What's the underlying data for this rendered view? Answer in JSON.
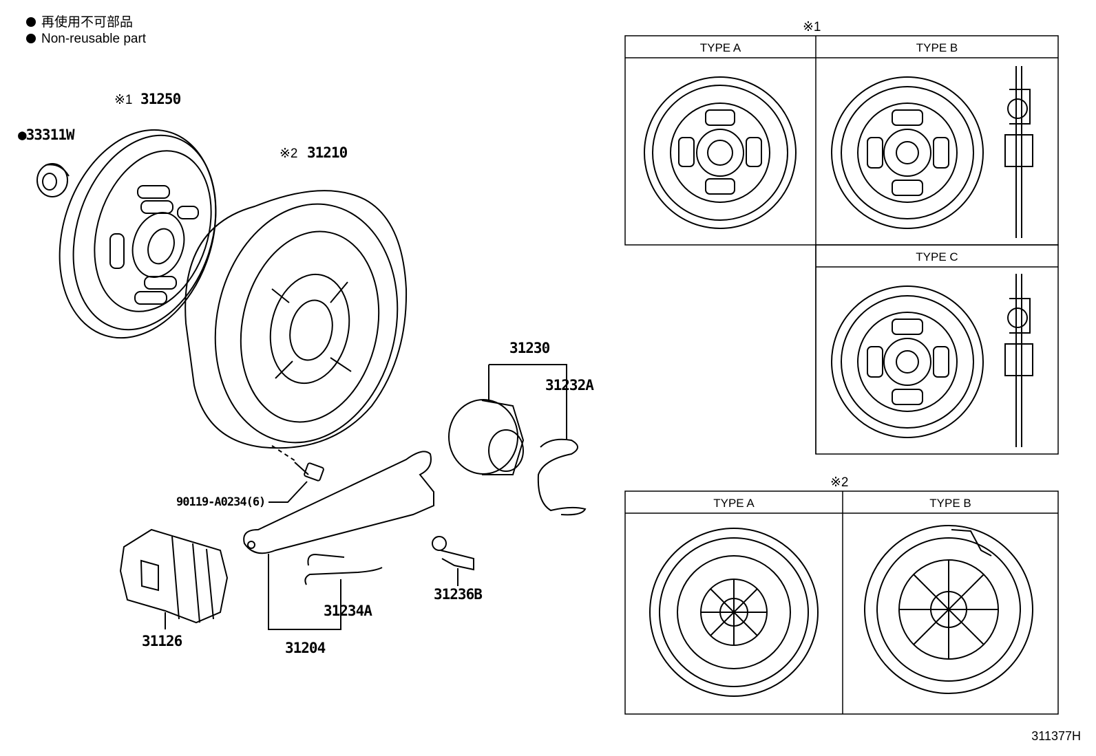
{
  "legend": {
    "jp": "再使用不可部品",
    "en": "Non-reusable part"
  },
  "parts": {
    "p31250": "31250",
    "p31250_ref": "※1",
    "p33311w": "●33311W",
    "p31210": "31210",
    "p31210_ref": "※2",
    "p31230": "31230",
    "p31232a": "31232A",
    "p90119": "90119-A0234(6)",
    "p31126": "31126",
    "p31234a": "31234A",
    "p31236b": "31236B",
    "p31204": "31204"
  },
  "panel1": {
    "ref": "※1",
    "type_a": "TYPE A",
    "type_b": "TYPE B",
    "type_c": "TYPE C"
  },
  "panel2": {
    "ref": "※2",
    "type_a": "TYPE A",
    "type_b": "TYPE B"
  },
  "figure_code": "311377H"
}
